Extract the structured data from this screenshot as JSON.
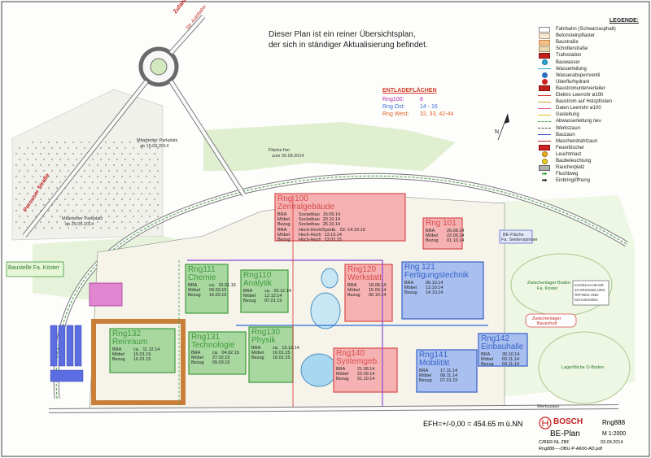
{
  "notice": {
    "line1": "Dieser Plan ist ein reiner Übersichtsplan,",
    "line2": "der sich in ständiger Aktualisierung befindet."
  },
  "unloading": {
    "title": "ENTLADEFLÄCHEN",
    "rows": [
      {
        "key": "Rng100:",
        "val": "8",
        "color": "#b02cb0"
      },
      {
        "key": "Rng Ost:",
        "val": "14 - 16",
        "color": "#3a6fd8"
      },
      {
        "key": "Rng West:",
        "val": "32, 33, 42-44",
        "color": "#e0622a"
      }
    ]
  },
  "legend": {
    "title": "LEGENDE:",
    "items": [
      {
        "label": "Fahrbahn (Schwarzasphalt)",
        "swatch": "#ffffff",
        "border": "#888888",
        "kind": "box"
      },
      {
        "label": "Betonsteinpflaster",
        "swatch": "#f3e9d6",
        "border": "#b8a07a",
        "kind": "box"
      },
      {
        "label": "Baustraße",
        "swatch": "#f2c08a",
        "border": "#c88a4a",
        "kind": "box"
      },
      {
        "label": "Schotterstraße",
        "swatch": "#e8d9b5",
        "border": "#a89060",
        "kind": "box"
      },
      {
        "label": "Trafostation",
        "swatch": "#c0201a",
        "border": "#801010",
        "kind": "box"
      },
      {
        "label": "Bauwasser",
        "swatch": "#2aa8d8",
        "border": "#1a7090",
        "kind": "dot"
      },
      {
        "label": "Wasserleitung",
        "swatch": "#2aa8d8",
        "border": "#2aa8d8",
        "kind": "line"
      },
      {
        "label": "Wasserabsperrventil",
        "swatch": "#2a70c0",
        "border": "#2a70c0",
        "kind": "dot"
      },
      {
        "label": "Überflurhydrant",
        "swatch": "#d02020",
        "border": "#d02020",
        "kind": "dot"
      },
      {
        "label": "Baustromunterverteiler",
        "swatch": "#c0201a",
        "border": "#801010",
        "kind": "box"
      },
      {
        "label": "Elektro Leerrohr ø100",
        "swatch": "#d83030",
        "border": "#d83030",
        "kind": "line"
      },
      {
        "label": "Baustrom auf Holzpfosten",
        "swatch": "#d8a030",
        "border": "#d8a030",
        "kind": "line"
      },
      {
        "label": "Daten Leerrohr ø100",
        "swatch": "#e05a9a",
        "border": "#e05a9a",
        "kind": "line"
      },
      {
        "label": "Gasleitung",
        "swatch": "#e8c020",
        "border": "#e8c020",
        "kind": "line"
      },
      {
        "label": "Abwasserleitung neu",
        "swatch": "#40a040",
        "border": "#40a040",
        "kind": "dash"
      },
      {
        "label": "Werkszaun",
        "swatch": "#505050",
        "border": "#505050",
        "kind": "dash"
      },
      {
        "label": "Bauzaun",
        "swatch": "#3050c0",
        "border": "#3050c0",
        "kind": "line"
      },
      {
        "label": "Maschendrahtzaun",
        "swatch": "#c03030",
        "border": "#c03030",
        "kind": "line"
      },
      {
        "label": "Feuerlöscher",
        "swatch": "#d02020",
        "border": "#801010",
        "kind": "box"
      },
      {
        "label": "Leuchtmast",
        "swatch": "#e8b020",
        "border": "#a07010",
        "kind": "dot"
      },
      {
        "label": "Baubeleuchtung",
        "swatch": "#e8d020",
        "border": "#a08010",
        "kind": "dot"
      },
      {
        "label": "Raucherplatz",
        "swatch": "#b0b0b0",
        "border": "#606060",
        "kind": "box"
      },
      {
        "label": "Fluchtweg",
        "swatch": "#2aa02a",
        "border": "#2aa02a",
        "kind": "arrow"
      },
      {
        "label": "Einbringöffnung",
        "swatch": "#111111",
        "border": "#111111",
        "kind": "arrow"
      }
    ]
  },
  "buildings": [
    {
      "id": "rng100",
      "name": "Rng 100",
      "name2": "Zentralgebäude",
      "fill": "#f6b2b2",
      "stroke": "#d84a4a",
      "dates": [
        [
          "BRA",
          "Sockelbau",
          "15.09.14"
        ],
        [
          "Möbel",
          "Sockelbau",
          "20.10.14"
        ],
        [
          "Bezug",
          "Sockelbau",
          "25.10.14"
        ],
        [
          "BRA",
          "Hoch-Hoch/Sportb.",
          "02.-14.10.19"
        ],
        [
          "Möbel",
          "Hoch-Hoch",
          "13.10.14"
        ],
        [
          "Bezug",
          "Hoch-Hoch",
          "23.02.15"
        ]
      ]
    },
    {
      "id": "rng101",
      "name": "Rng 101",
      "name2": "",
      "fill": "#f6b2b2",
      "stroke": "#d84a4a",
      "dates": [
        [
          "BRA",
          "",
          "26.08.14"
        ],
        [
          "Möbel",
          "",
          "22.09.14"
        ],
        [
          "Bezug",
          "",
          "01.10.14"
        ]
      ]
    },
    {
      "id": "rng111",
      "name": "Rng111",
      "name2": "Chemie",
      "fill": "#a8d8a0",
      "stroke": "#3f9a3a",
      "dates": [
        [
          "BRA",
          "ca.",
          "15.01.15"
        ],
        [
          "Möbel",
          "",
          "09.03.15"
        ],
        [
          "Bezug",
          "",
          "16.03.15"
        ]
      ]
    },
    {
      "id": "rng110",
      "name": "Rng110",
      "name2": "Analytik",
      "fill": "#a8d8a0",
      "stroke": "#3f9a3a",
      "dates": [
        [
          "BRA",
          "ca.",
          "02.12.14"
        ],
        [
          "Möbel",
          "",
          "12.12.14"
        ],
        [
          "Bezug",
          "",
          "07.01.15"
        ]
      ]
    },
    {
      "id": "rng120",
      "name": "Rng120",
      "name2": "Werkstatt",
      "fill": "#f6b2b2",
      "stroke": "#d84a4a",
      "dates": [
        [
          "BRA",
          "",
          "18.08.14"
        ],
        [
          "Möbel",
          "",
          "15.09.14"
        ],
        [
          "Bezug",
          "",
          "06.10.14"
        ]
      ]
    },
    {
      "id": "rng121",
      "name": "Rng 121",
      "name2": "Fertigungstechnik",
      "fill": "#a9bff0",
      "stroke": "#3560c8",
      "dates": [
        [
          "BRA",
          "",
          "06.10.14"
        ],
        [
          "Möbel",
          "",
          "13.10.14"
        ],
        [
          "Bezug",
          "",
          "14.10.14"
        ]
      ]
    },
    {
      "id": "rng132",
      "name": "Rng132",
      "name2": "Reinraum",
      "fill": "#a8d8a0",
      "stroke": "#3f9a3a",
      "dates": [
        [
          "BRA",
          "ca.",
          "11.12.14"
        ],
        [
          "Möbel",
          "",
          "16.01.15"
        ],
        [
          "Bezug",
          "",
          "16.01.15"
        ]
      ]
    },
    {
      "id": "rng131",
      "name": "Rng131",
      "name2": "Technologie",
      "fill": "#a8d8a0",
      "stroke": "#3f9a3a",
      "dates": [
        [
          "BRA",
          "ca.",
          "04.02.15"
        ],
        [
          "Möbel",
          "",
          "27.02.15"
        ],
        [
          "Bezug",
          "",
          "09.03.15"
        ]
      ]
    },
    {
      "id": "rng130",
      "name": "Rng130",
      "name2": "Physik",
      "fill": "#a8d8a0",
      "stroke": "#3f9a3a",
      "dates": [
        [
          "BRA",
          "ca.",
          "13.12.14"
        ],
        [
          "Möbel",
          "",
          "16.01.15"
        ],
        [
          "Bezug",
          "",
          "16.01.15"
        ]
      ]
    },
    {
      "id": "rng140",
      "name": "Rng140",
      "name2": "Systemgeb.",
      "fill": "#f6b2b2",
      "stroke": "#d84a4a",
      "dates": [
        [
          "BRA",
          "",
          "21.08.14"
        ],
        [
          "Möbel",
          "",
          "22.09.14"
        ],
        [
          "Bezug",
          "",
          "01.10.14"
        ]
      ]
    },
    {
      "id": "rng141",
      "name": "Rng141",
      "name2": "Mobilität",
      "fill": "#a9bff0",
      "stroke": "#3560c8",
      "dates": [
        [
          "BRA",
          "",
          "17.11.14"
        ],
        [
          "Möbel",
          "",
          "08.11.14"
        ],
        [
          "Bezug",
          "",
          "07.01.15"
        ]
      ]
    },
    {
      "id": "rng142",
      "name": "Rng142",
      "name2": "Einbauhalle",
      "fill": "#a9bff0",
      "stroke": "#3560c8",
      "dates": [
        [
          "BRA",
          "",
          "30.10.14"
        ],
        [
          "Möbel",
          "",
          "03.11.14"
        ],
        [
          "Bezug",
          "",
          "04.11.14"
        ]
      ]
    }
  ],
  "places": {
    "zufahrt": "Zufahrt Baustelle",
    "zufahrt2": "Str. Autobahn",
    "perouser": "Perouser Straße",
    "parking1": "Mitarbeiter Parkplatz",
    "parking1_date": "ab 15.09.2014",
    "parking2": "Mitarbeiter Parkplatz",
    "parking2_date": "ab 29.09.2014",
    "baustelle": "Baustelle Fa. Köster",
    "flaeche": "Fläche frei",
    "flaeche_date": "zum 05.09.2014",
    "zwischenlager": "Zwischenlager Boden",
    "zwischenlager2": "Fa. Köster",
    "zwischenlager_bau": "Zwischenlager",
    "zwischenlager_bau2": "Bauschutt",
    "lagerflaeche": "Lagerfläche O-Boden",
    "werkszufahrt": "Werkszaun",
    "befl": "BE-Fläche",
    "befl2": "Fa. Seidenspinner",
    "kugelhahn": "KUGELHAHN NR.",
    "kugelhahn2": "10 DROSSELUNG",
    "kugelhahn3": "ÖFFNEN UND",
    "kugelhahn4": "SCHLIESSEN"
  },
  "footer": {
    "efh": "EFH=+/-0,00 = 454.65 m ü.NN",
    "brand": "BOSCH",
    "project": "Rng888",
    "title": "BE-Plan",
    "scale": "M 1:2000",
    "author": "C/RER-NL  ZBF",
    "date": "03.09.2014",
    "file": "Rng888----OBU-P-AK00-AD.pdf"
  }
}
